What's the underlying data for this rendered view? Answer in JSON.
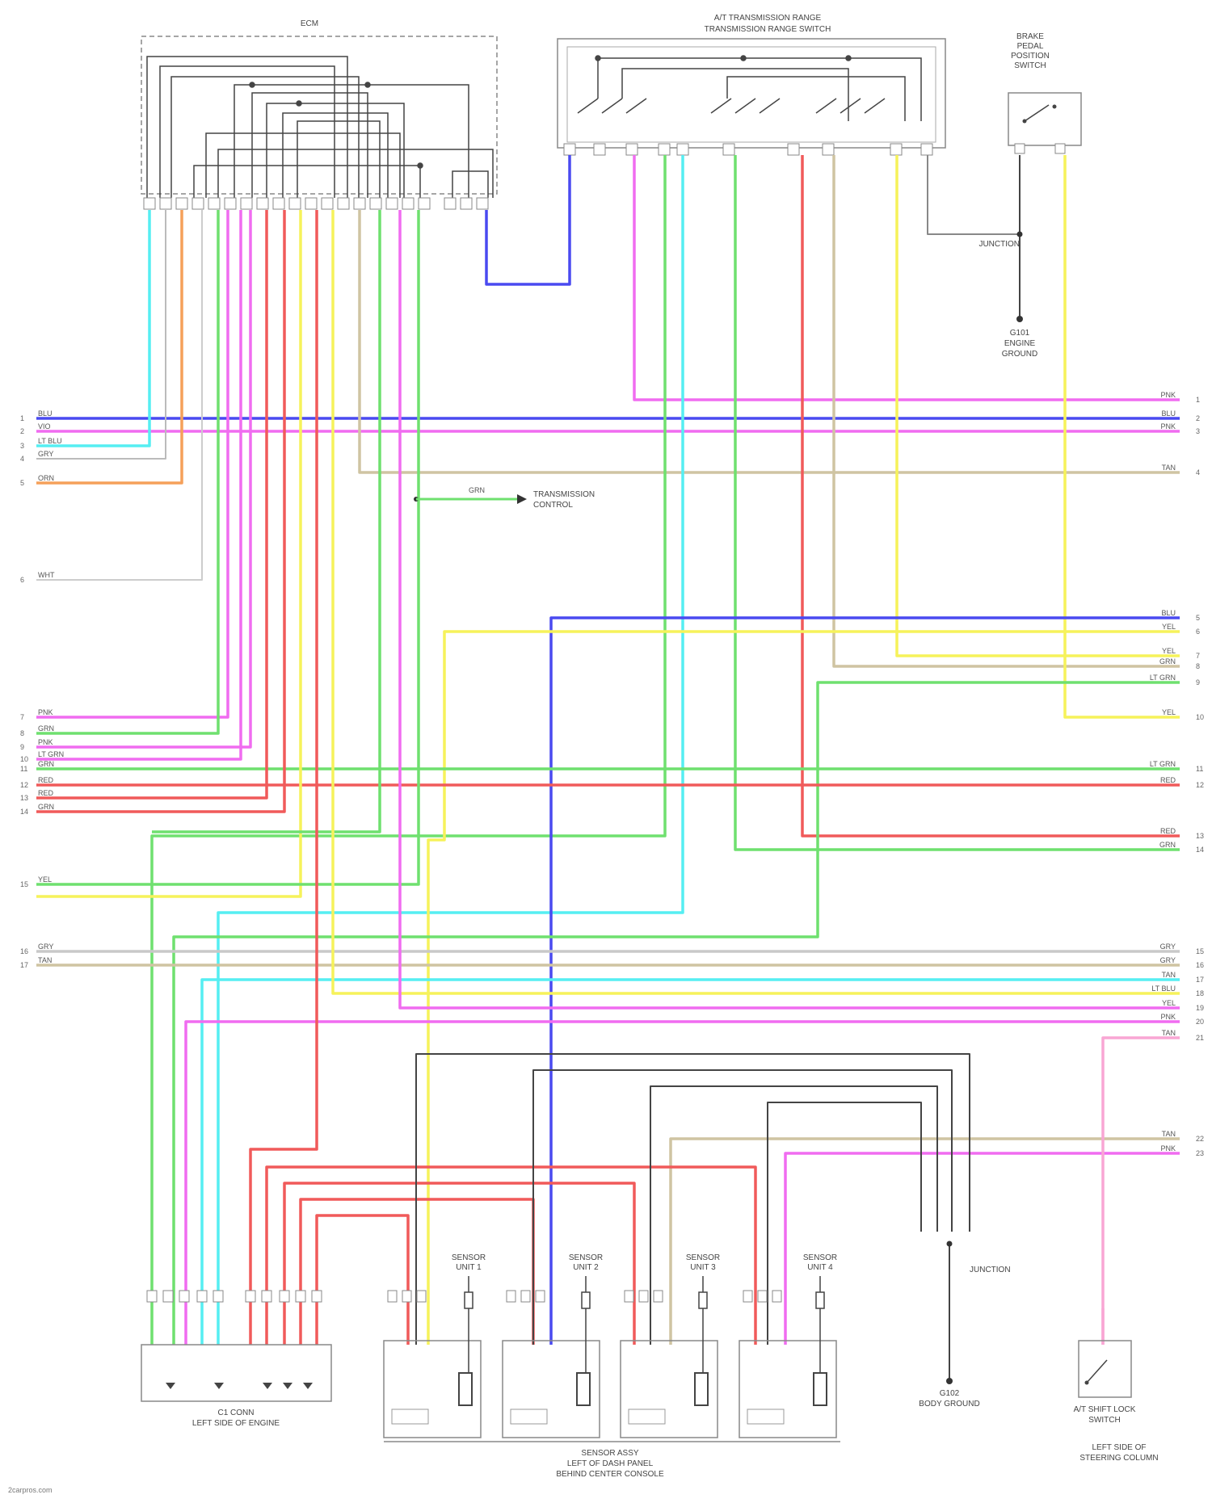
{
  "components": {
    "ecm": {
      "title": "ECM"
    },
    "top_switch": {
      "title": "A/T TRANSMISSION RANGE",
      "subtitle": "TRANSMISSION RANGE SWITCH"
    },
    "right_switch": {
      "lines": [
        "BRAKE",
        "PEDAL",
        "POSITION",
        "SWITCH"
      ]
    },
    "ground_top": {
      "lines": [
        "G101",
        "ENGINE",
        "GROUND"
      ]
    },
    "ground_bottom": {
      "lines": [
        "G102",
        "BODY GROUND"
      ]
    },
    "junction_top": {
      "label": "JUNCTION"
    },
    "junction_bottom": {
      "label": "JUNCTION"
    },
    "arrow_note": {
      "wire": "GRN",
      "lines": [
        "TRANSMISSION",
        "CONTROL"
      ]
    },
    "connector_left": {
      "lines": [
        "C1 CONN",
        "LEFT SIDE OF ENGINE"
      ]
    },
    "sensor_group": {
      "lines": [
        "SENSOR ASSY",
        "LEFT OF DASH PANEL",
        "BEHIND CENTER CONSOLE"
      ]
    },
    "brake_switch": {
      "lines": [
        "A/T SHIFT LOCK",
        "SWITCH"
      ]
    },
    "brake_switch_loc": {
      "lines": [
        "LEFT SIDE OF",
        "STEERING COLUMN"
      ]
    },
    "sensor_units": [
      {
        "lines": [
          "SENSOR",
          "UNIT 1"
        ]
      },
      {
        "lines": [
          "SENSOR",
          "UNIT 2"
        ]
      },
      {
        "lines": [
          "SENSOR",
          "UNIT 3"
        ]
      },
      {
        "lines": [
          "SENSOR",
          "UNIT 4"
        ]
      }
    ]
  },
  "left_pins": [
    {
      "num": "1",
      "wire": "BLU"
    },
    {
      "num": "2",
      "wire": "VIO"
    },
    {
      "num": "3",
      "wire": "LT BLU"
    },
    {
      "num": "4",
      "wire": "GRY"
    },
    {
      "num": "5",
      "wire": "ORN"
    },
    {
      "num": "6",
      "wire": "WHT"
    },
    {
      "num": "7",
      "wire": "PNK"
    },
    {
      "num": "8",
      "wire": "GRN"
    },
    {
      "num": "9",
      "wire": "PNK"
    },
    {
      "num": "10",
      "wire": "LT GRN"
    },
    {
      "num": "11",
      "wire": "GRN"
    },
    {
      "num": "12",
      "wire": "RED"
    },
    {
      "num": "13",
      "wire": "RED"
    },
    {
      "num": "14",
      "wire": "GRN"
    },
    {
      "num": "15",
      "wire": "YEL"
    },
    {
      "num": "16",
      "wire": "GRY"
    },
    {
      "num": "17",
      "wire": "TAN"
    }
  ],
  "right_pins": [
    {
      "num": "1",
      "wire": "PNK"
    },
    {
      "num": "2",
      "wire": "BLU"
    },
    {
      "num": "3",
      "wire": "PNK"
    },
    {
      "num": "4",
      "wire": "TAN"
    },
    {
      "num": "5",
      "wire": "BLU"
    },
    {
      "num": "6",
      "wire": "YEL"
    },
    {
      "num": "7",
      "wire": "YEL"
    },
    {
      "num": "8",
      "wire": "GRN"
    },
    {
      "num": "9",
      "wire": "LT GRN"
    },
    {
      "num": "10",
      "wire": "YEL"
    },
    {
      "num": "11",
      "wire": "LT GRN"
    },
    {
      "num": "12",
      "wire": "RED"
    },
    {
      "num": "13",
      "wire": "RED"
    },
    {
      "num": "14",
      "wire": "GRN"
    },
    {
      "num": "15",
      "wire": "GRY"
    },
    {
      "num": "16",
      "wire": "GRY"
    },
    {
      "num": "17",
      "wire": "TAN"
    },
    {
      "num": "18",
      "wire": "LT BLU"
    },
    {
      "num": "19",
      "wire": "YEL"
    },
    {
      "num": "20",
      "wire": "PNK"
    },
    {
      "num": "21",
      "wire": "TAN"
    },
    {
      "num": "22",
      "wire": "TAN"
    },
    {
      "num": "23",
      "wire": "PNK"
    }
  ],
  "colors": {
    "blue": "#4a4af0",
    "pink": "#f06cf0",
    "cyan": "#55eef2",
    "orange": "#f5a05a",
    "green": "#6fe06f",
    "red": "#f05a5a",
    "yellow": "#f6f25a",
    "tan": "#cfc4a2",
    "gray": "#9a9a9a",
    "dark": "#333333"
  },
  "watermark": "2carpros.com"
}
